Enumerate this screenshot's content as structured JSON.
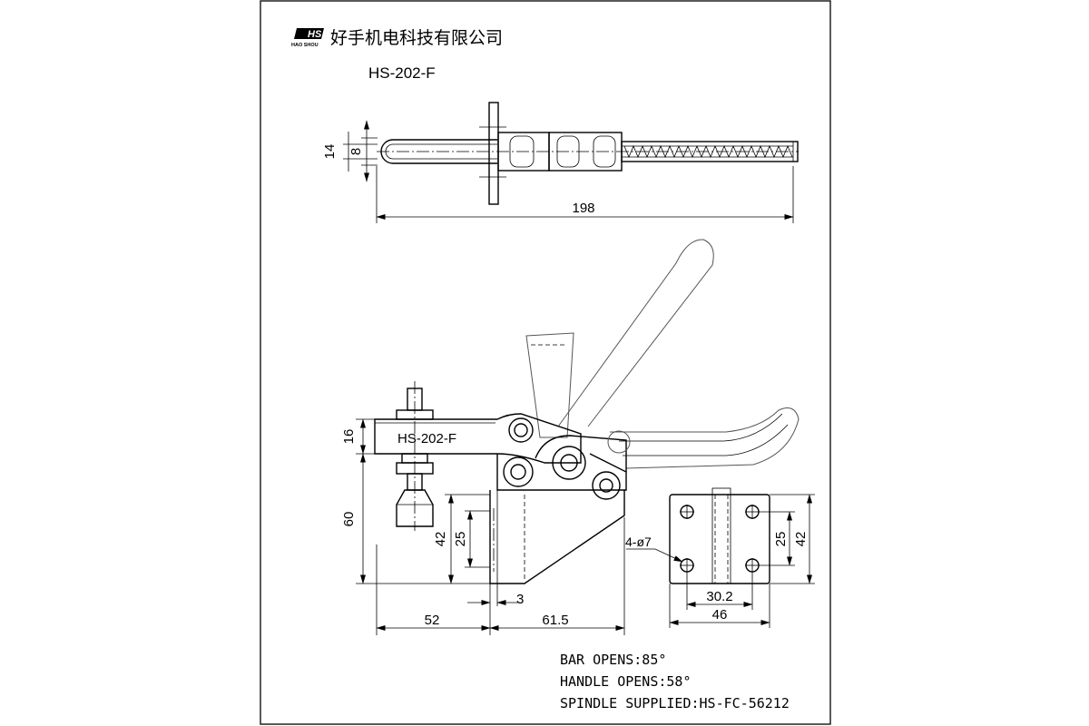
{
  "title_block": {
    "logo_text": "HS",
    "logo_subtext": "HAO SHOU",
    "company_name": "好手机电科技有限公司",
    "model": "HS-202-F"
  },
  "top_view": {
    "dim_width_outer": "14",
    "dim_width_inner": "8",
    "dim_length": "198"
  },
  "side_view": {
    "body_label": "HS-202-F",
    "dim_spindle_height": "16",
    "dim_height": "60",
    "dim_base_height": "42",
    "dim_hole_spacing": "25",
    "dim_base_thickness": "3",
    "dim_reach": "52",
    "dim_base_length": "61.5"
  },
  "base_view": {
    "hole_note": "4-ø7",
    "dim_hole_spacing_v": "25",
    "dim_height_v": "42",
    "dim_hole_spacing_h": "30.2",
    "dim_width_h": "46"
  },
  "notes": [
    "BAR OPENS:85°",
    "HANDLE OPENS:58°",
    "SPINDLE SUPPLIED:HS-FC-56212"
  ]
}
